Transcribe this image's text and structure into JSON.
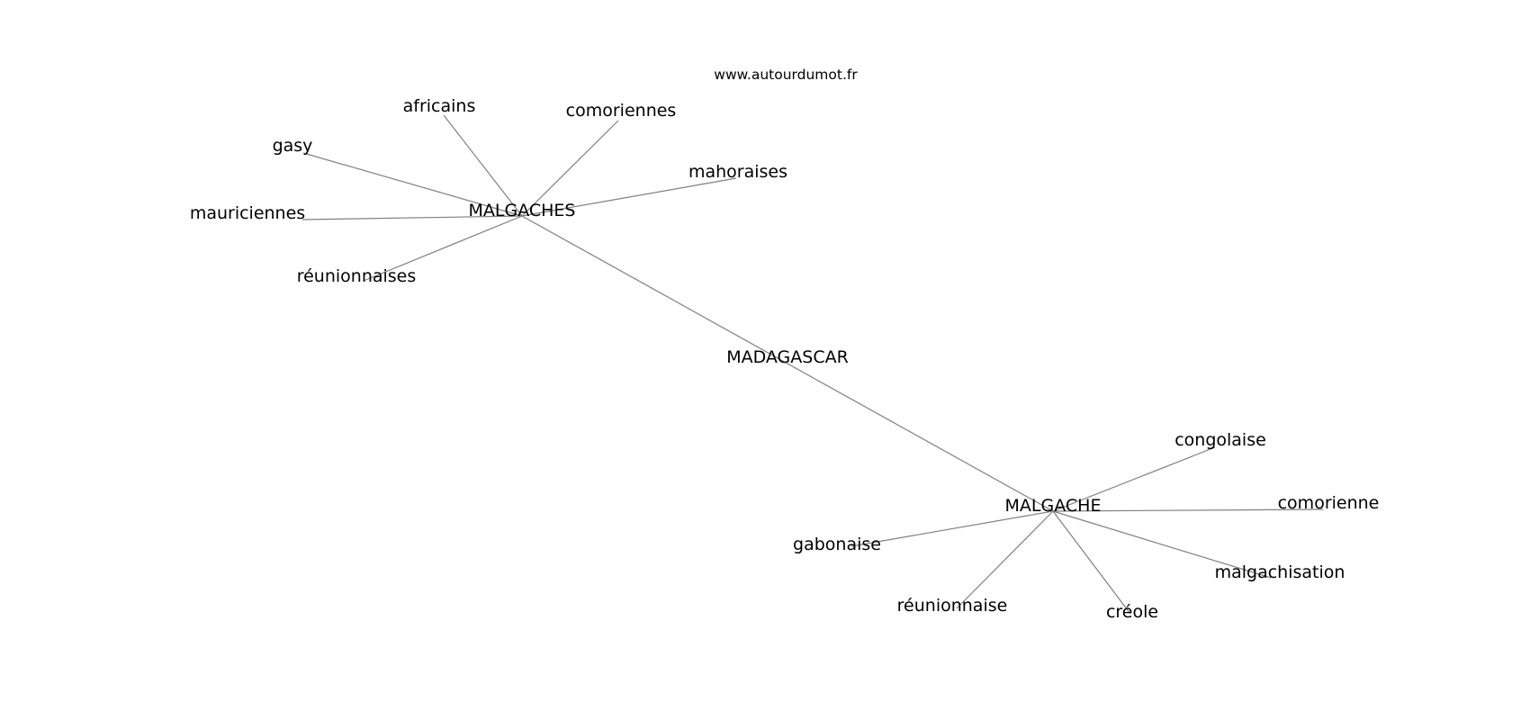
{
  "source_url": "www.autourdumot.fr",
  "nodes": {
    "madagascar": "MADAGASCAR",
    "malgaches": "MALGACHES",
    "malgache": "MALGACHE",
    "africains": "africains",
    "comoriennes": "comoriennes",
    "gasy": "gasy",
    "mahoraises": "mahoraises",
    "mauriciennes": "mauriciennes",
    "reunionnaises": "réunionnaises",
    "congolaise": "congolaise",
    "comorienne": "comorienne",
    "gabonaise": "gabonaise",
    "malgachisation": "malgachisation",
    "reunionnaise": "réunionnaise",
    "creole": "créole"
  },
  "edges": [
    [
      "malgaches",
      "malgache"
    ],
    [
      "malgaches",
      "africains"
    ],
    [
      "malgaches",
      "comoriennes"
    ],
    [
      "malgaches",
      "gasy"
    ],
    [
      "malgaches",
      "mahoraises"
    ],
    [
      "malgaches",
      "mauriciennes"
    ],
    [
      "malgaches",
      "reunionnaises"
    ],
    [
      "malgache",
      "congolaise"
    ],
    [
      "malgache",
      "comorienne"
    ],
    [
      "malgache",
      "gabonaise"
    ],
    [
      "malgache",
      "malgachisation"
    ],
    [
      "malgache",
      "reunionnaise"
    ],
    [
      "malgache",
      "creole"
    ]
  ]
}
